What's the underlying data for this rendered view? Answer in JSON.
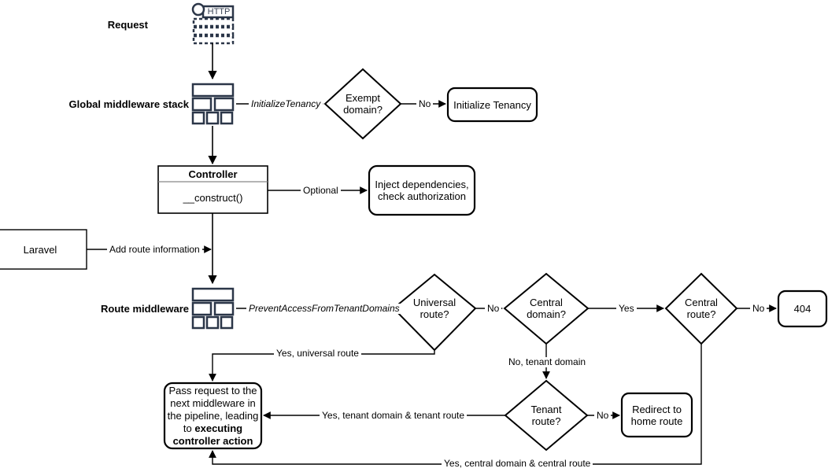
{
  "diagram": {
    "title": "Laravel multi-tenancy request lifecycle flowchart",
    "colors": {
      "stroke": "#000000",
      "icon_navy": "#2b3648",
      "background": "#ffffff"
    },
    "side_labels": [
      {
        "name": "request",
        "text": "Request"
      },
      {
        "name": "global-middleware-stack",
        "text": "Global middleware stack"
      },
      {
        "name": "route-middleware",
        "text": "Route middleware"
      }
    ],
    "nodes": {
      "http_request": {
        "label": "HTTP",
        "shape": "http-packet-icon"
      },
      "global_middleware": {
        "shape": "stack-icon"
      },
      "exempt_domain": {
        "label": "Exempt\ndomain?",
        "line1": "Exempt",
        "line2": "domain?",
        "shape": "diamond"
      },
      "initialize_tenancy": {
        "label": "Initialize Tenancy",
        "shape": "rounded-rect"
      },
      "controller": {
        "title": "Controller",
        "method": "__construct()",
        "shape": "class-box"
      },
      "inject_dependencies": {
        "line1": "Inject dependencies,",
        "line2": "check authorization",
        "shape": "rounded-rect"
      },
      "laravel": {
        "label": "Laravel",
        "shape": "rect"
      },
      "route_middleware": {
        "shape": "stack-icon"
      },
      "universal_route": {
        "line1": "Universal",
        "line2": "route?",
        "shape": "diamond"
      },
      "central_domain": {
        "line1": "Central",
        "line2": "domain?",
        "shape": "diamond"
      },
      "central_route": {
        "line1": "Central",
        "line2": "route?",
        "shape": "diamond"
      },
      "not_found": {
        "label": "404",
        "shape": "rounded-rect"
      },
      "tenant_route": {
        "line1": "Tenant",
        "line2": "route?",
        "shape": "diamond"
      },
      "redirect_home": {
        "line1": "Redirect to",
        "line2": "home route",
        "shape": "rounded-rect"
      },
      "pass_request": {
        "line1": "Pass request to the",
        "line2": "next middleware in",
        "line3": "the pipeline, leading",
        "line4": "to ",
        "strong1": "executing",
        "strong2": "controller action",
        "shape": "rounded-rect"
      }
    },
    "edges": [
      {
        "name": "initialize-tenancy-edge",
        "label": "InitializeTenancy",
        "italic": true
      },
      {
        "name": "exempt-domain-no-edge",
        "label": "No",
        "italic": false
      },
      {
        "name": "controller-optional-edge",
        "label": "Optional",
        "italic": false
      },
      {
        "name": "add-route-information-edge",
        "label": "Add route information",
        "italic": false
      },
      {
        "name": "prevent-access-edge",
        "label": "PreventAccessFromTenantDomains",
        "italic": true
      },
      {
        "name": "universal-route-no-edge",
        "label": "No",
        "italic": false
      },
      {
        "name": "central-domain-yes-edge",
        "label": "Yes",
        "italic": false
      },
      {
        "name": "central-route-no-edge",
        "label": "No",
        "italic": false
      },
      {
        "name": "universal-route-yes-edge",
        "label": "Yes, universal route",
        "italic": false
      },
      {
        "name": "central-domain-no-edge",
        "label": "No, tenant domain",
        "italic": false
      },
      {
        "name": "tenant-route-yes-edge",
        "label": "Yes, tenant domain & tenant route",
        "italic": false
      },
      {
        "name": "tenant-route-no-edge",
        "label": "No",
        "italic": false
      },
      {
        "name": "central-route-yes-edge",
        "label": "Yes, central domain & central route",
        "italic": false
      }
    ]
  }
}
